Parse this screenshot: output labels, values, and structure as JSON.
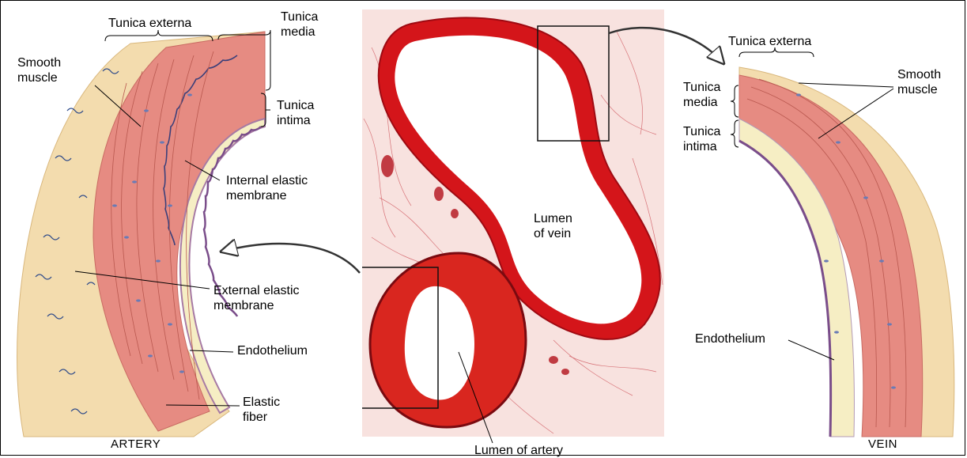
{
  "artery": {
    "title": "ARTERY",
    "labels": {
      "tunica_externa": "Tunica externa",
      "tunica_media": "Tunica\nmedia",
      "tunica_intima": "Tunica\nintima",
      "smooth_muscle": "Smooth\nmuscle",
      "internal_elastic_membrane": "Internal elastic\nmembrane",
      "external_elastic_membrane": "External elastic\nmembrane",
      "endothelium": "Endothelium",
      "elastic_fiber": "Elastic\nfiber"
    }
  },
  "micrograph": {
    "labels": {
      "lumen_of_vein": "Lumen\nof vein",
      "lumen_of_artery": "Lumen of artery"
    }
  },
  "vein": {
    "title": "VEIN",
    "labels": {
      "tunica_externa": "Tunica externa",
      "tunica_media": "Tunica\nmedia",
      "tunica_intima": "Tunica\nintima",
      "smooth_muscle": "Smooth\nmuscle",
      "endothelium": "Endothelium"
    }
  },
  "colors": {
    "externa": "#f3dcae",
    "muscle": "#e68b82",
    "stain": "#d4151a",
    "stain_dark": "#9e0a12",
    "tissue_bg": "#f8e2df",
    "intima": "#f6eec4"
  }
}
